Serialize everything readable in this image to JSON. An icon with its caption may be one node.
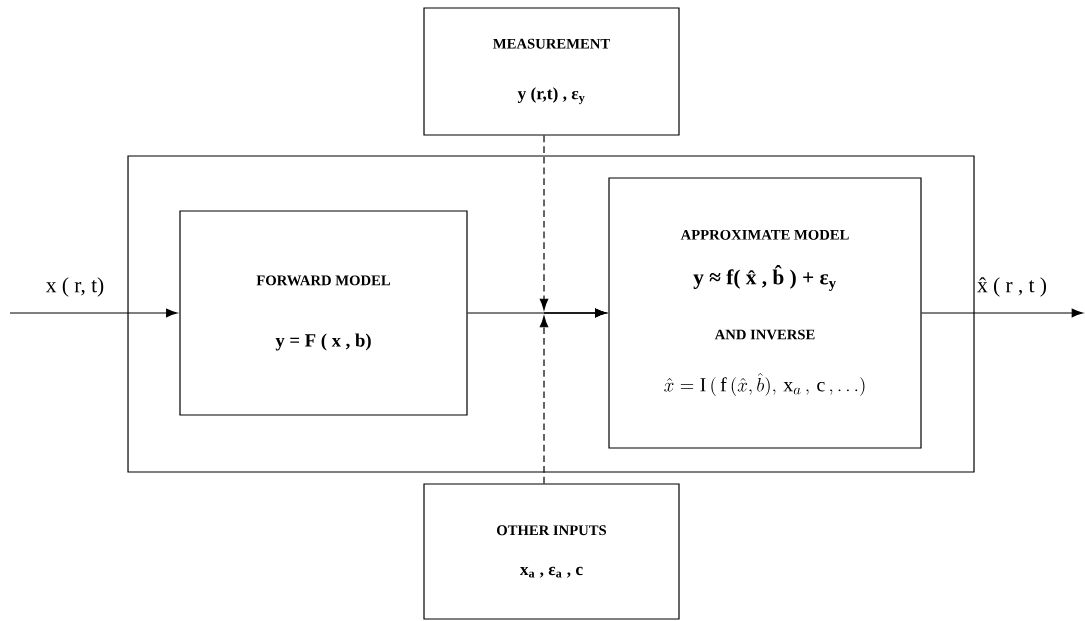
{
  "diagram": {
    "nodes": [
      {
        "text": [
          "MEASUREMENT",
          "y (r,t) , ε$_{y}$"
        ]
      },
      {
        "text": [],
        "shape": "box"
      },
      {
        "text": [
          "FORWARD MODEL",
          "y = F ( x , b)"
        ],
        "in": 1
      },
      {
        "text": [
          "APPROXIMATE MODEL",
          "y ≈ f( x̂ , b̂ ) + ε$_{y}$",
          "AND INVERSE",
          "\\hat{x} = \\mathrm{I}\\,(\\,\\mathrm{f}\\,(\\hat{x},\\hat{b}),\\,\\mathrm{x}_{a}\\,,\\,\\mathrm{c}\\,,\\ldots)"
        ],
        "in": 1
      },
      {
        "text": [
          "OTHER INPUTS",
          "x$_{a}$ , ε$_{a}$ , c"
        ]
      }
    ],
    "edges": [
      {
        "from": null,
        "to": 2,
        "arrow": "to",
        "label": "x ( r, t)"
      },
      {
        "from": 2,
        "to": 3,
        "arrow": "to"
      },
      {
        "from": 0,
        "to": 3,
        "arrow": "to",
        "style": "dashed"
      },
      {
        "from": 4,
        "to": 3,
        "arrow": "to",
        "style": "dashed"
      },
      {
        "from": 3,
        "to": null,
        "arrow": "to",
        "label": "x̂ ( r , t )"
      }
    ]
  }
}
